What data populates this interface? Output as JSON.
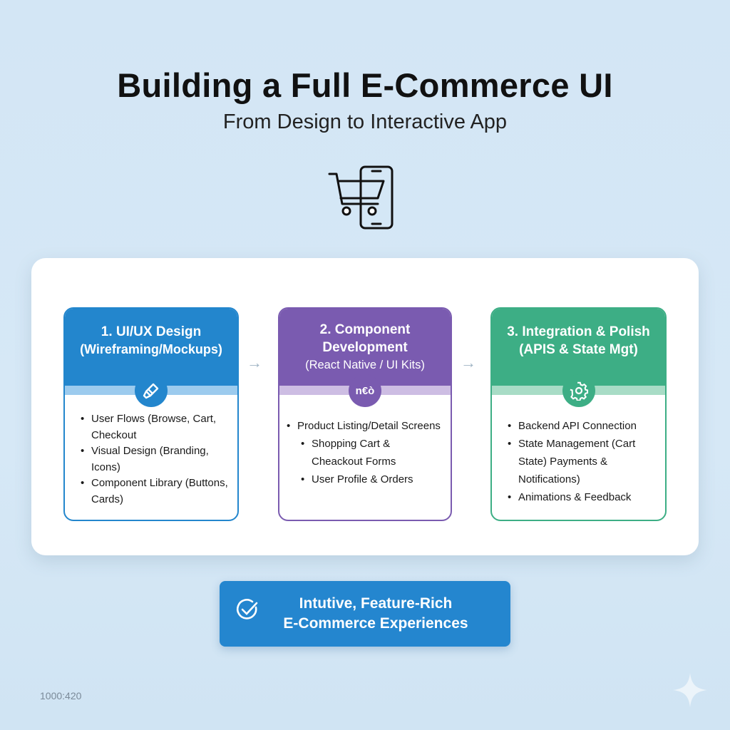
{
  "header": {
    "title": "Building a Full E-Commerce UI",
    "subtitle": "From Design to Interactive App",
    "icon": "cart-phone-icon"
  },
  "steps": [
    {
      "title": "1. UI/UX Design",
      "subtitle": "(Wireframing/Mockups)",
      "icon": "brush-icon",
      "color": "#2386cd",
      "band": "#9ccbee",
      "items": [
        "User Flows (Browse, Cart, Checkout",
        "Visual Design (Branding, Icons)",
        "Component Library (Buttons, Cards)"
      ]
    },
    {
      "title": "2. Component Development",
      "subtitle": "(React Native / UI Kits)",
      "icon": "react-native-icon",
      "color": "#7a5bb0",
      "band": "#cdbde3",
      "items": [
        "Product Listing/Detail Screens",
        "Shopping Cart & Cheackout Forms",
        "User Profile & Orders"
      ]
    },
    {
      "title": "3. Integration & Polish",
      "subtitle": "(APIS & State Mgt)",
      "icon": "gear-icon",
      "color": "#3dae85",
      "band": "#a8dcc6",
      "items": [
        "Backend API Connection",
        "State Management (Cart State) Payments & Notifications)",
        "Animations & Feedback"
      ]
    }
  ],
  "cta": {
    "line1": "Intutive, Feature-Rich",
    "line2": "E-Commerce Experiences",
    "icon": "check-circle-icon",
    "color": "#2486cf"
  },
  "footer": {
    "ratio": "1000:420"
  }
}
